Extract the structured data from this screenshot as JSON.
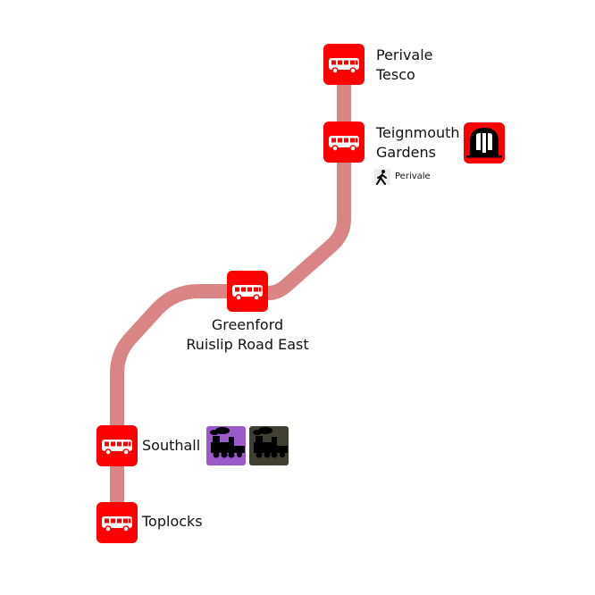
{
  "route": {
    "line_color": "#d98585",
    "stop_color": "#ff0000",
    "stops": [
      {
        "id": "perivale-tesco",
        "name_lines": [
          "Perivale",
          "Tesco"
        ],
        "icon": "bus-icon"
      },
      {
        "id": "teignmouth-gardens",
        "name_lines": [
          "Teignmouth",
          "Gardens"
        ],
        "icon": "bus-icon"
      },
      {
        "id": "greenford",
        "name_lines": [
          "Greenford",
          "Ruislip Road East"
        ],
        "icon": "bus-icon"
      },
      {
        "id": "southall",
        "name_lines": [
          "Southall"
        ],
        "icon": "bus-icon"
      },
      {
        "id": "toplocks",
        "name_lines": [
          "Toplocks"
        ],
        "icon": "bus-icon"
      }
    ]
  },
  "interchanges": {
    "underground": {
      "icon": "underground-train-icon",
      "color": "#ff0000"
    },
    "walk": {
      "icon": "walking-person-icon",
      "label": "Perivale"
    },
    "rail_purple": {
      "icon": "steam-train-icon",
      "color": "#9b59c9"
    },
    "rail_dark": {
      "icon": "steam-train-icon",
      "color": "#3f3f32"
    }
  }
}
